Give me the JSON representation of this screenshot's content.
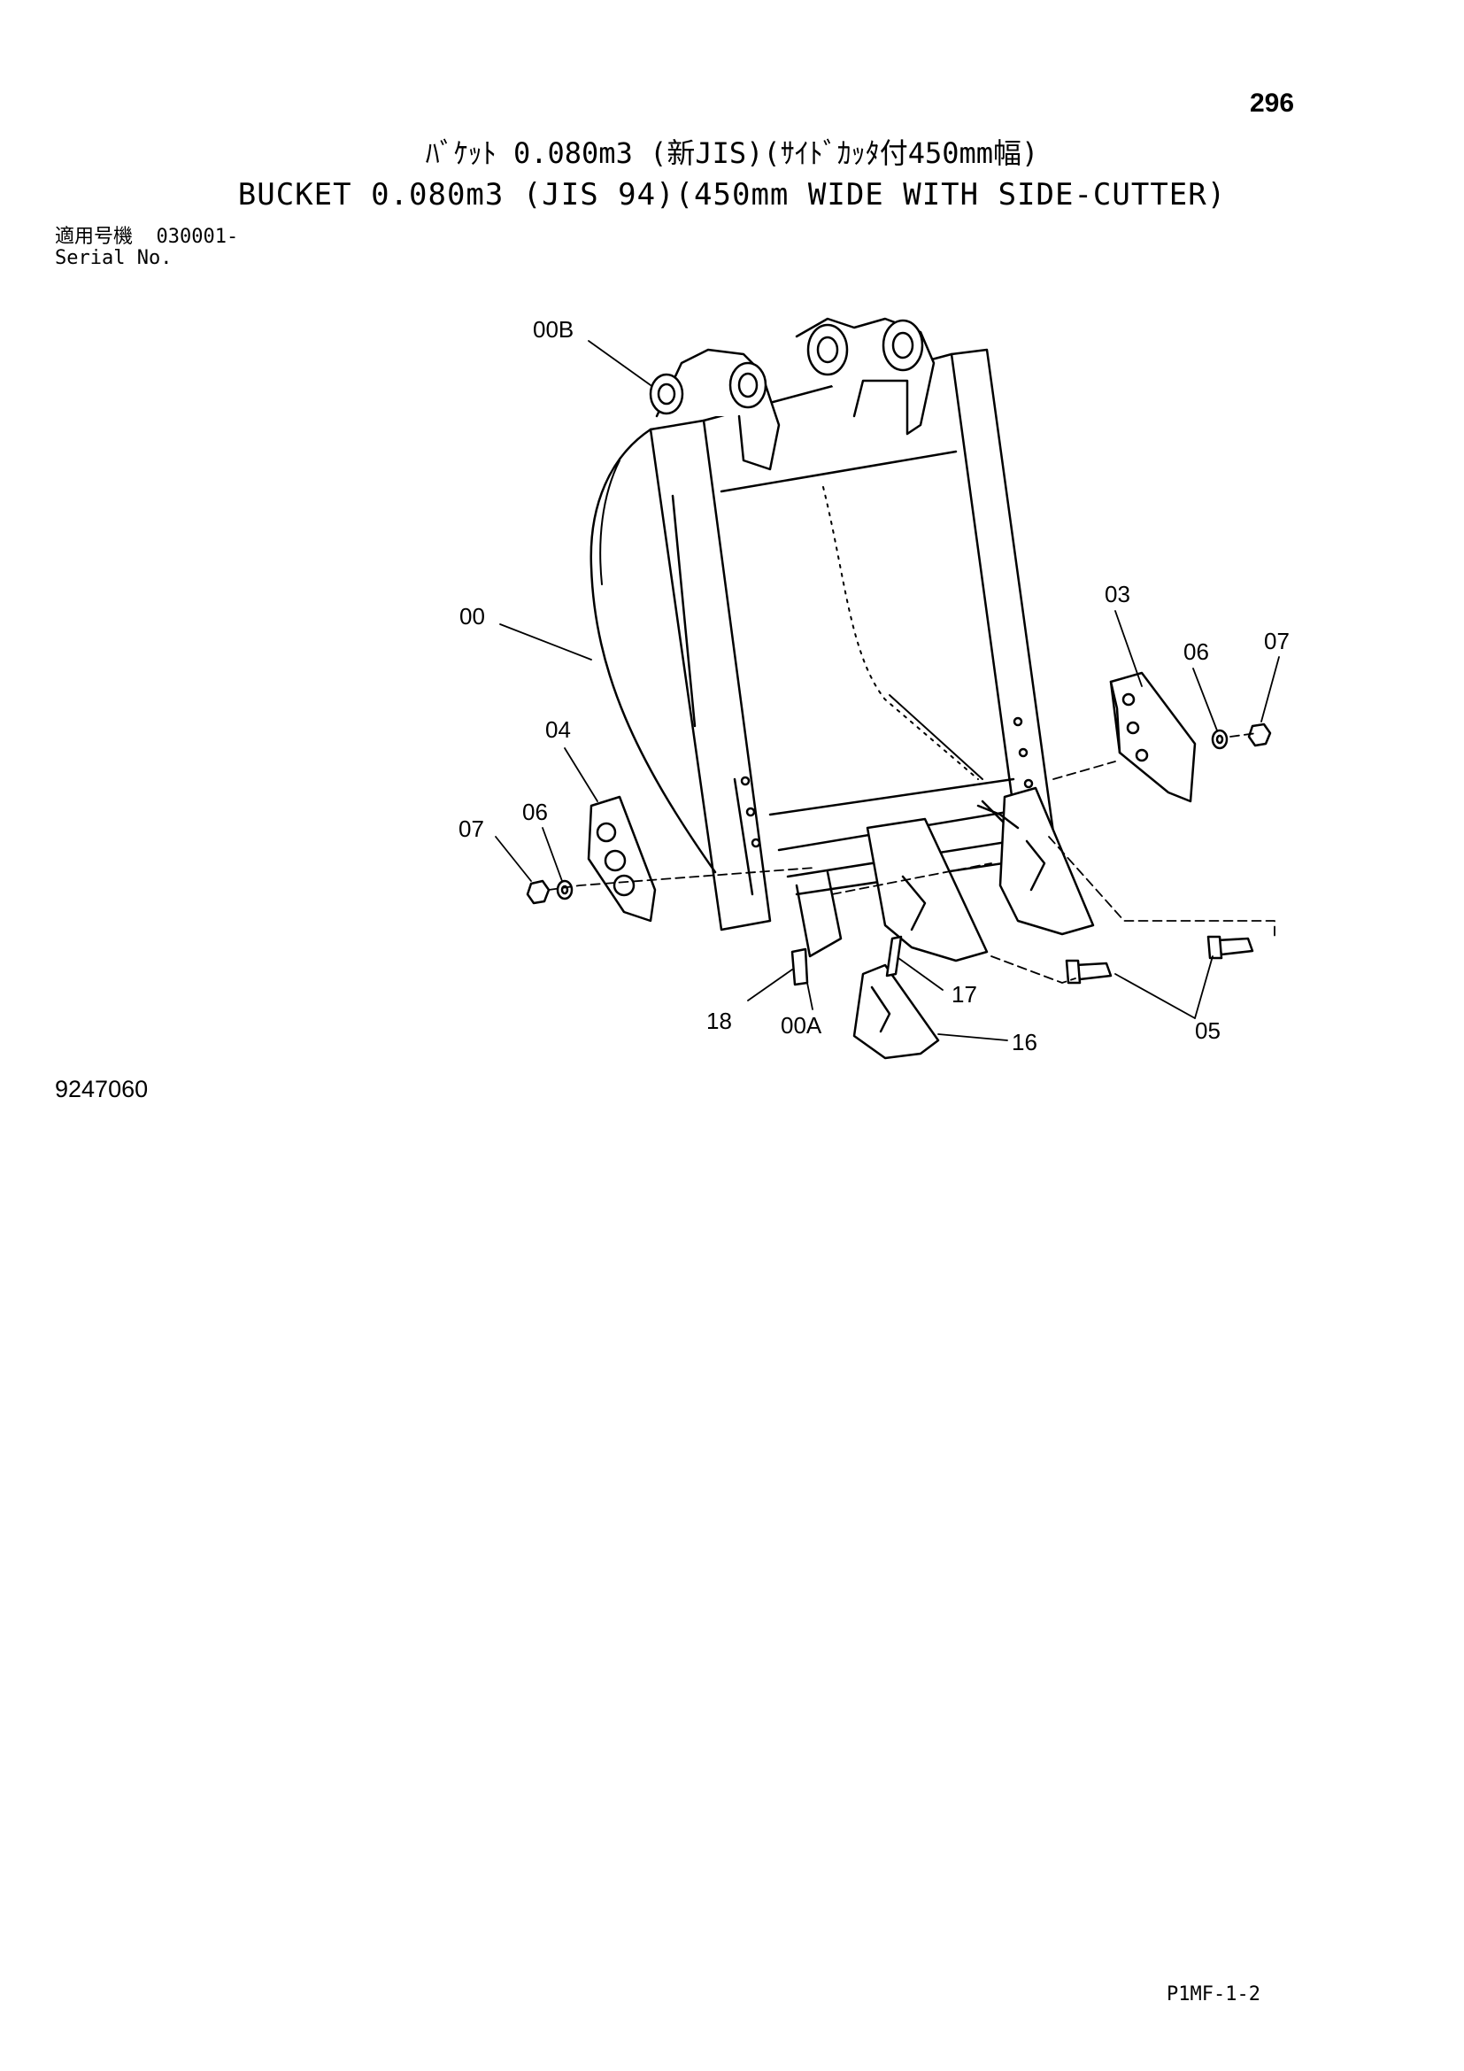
{
  "header": {
    "page_number": "296",
    "title_jp": "ﾊﾞｹｯﾄ 0.080m3 (新JIS)(ｻｲﾄﾞｶｯﾀ付450mm幅)",
    "title_en": "BUCKET 0.080m3 (JIS 94)(450mm WIDE WITH SIDE-CUTTER)"
  },
  "serial": {
    "label_jp": "適用号機",
    "value": "030001-",
    "label_en": "Serial No."
  },
  "callouts": {
    "c_00B": "00B",
    "c_00": "00",
    "c_03": "03",
    "c_06_right": "06",
    "c_07_right": "07",
    "c_04": "04",
    "c_07_left": "07",
    "c_06_left": "06",
    "c_17": "17",
    "c_18": "18",
    "c_00A": "00A",
    "c_16": "16",
    "c_05": "05"
  },
  "footer": {
    "drawing_number": "9247060",
    "page_code": "P1MF-1-2"
  }
}
